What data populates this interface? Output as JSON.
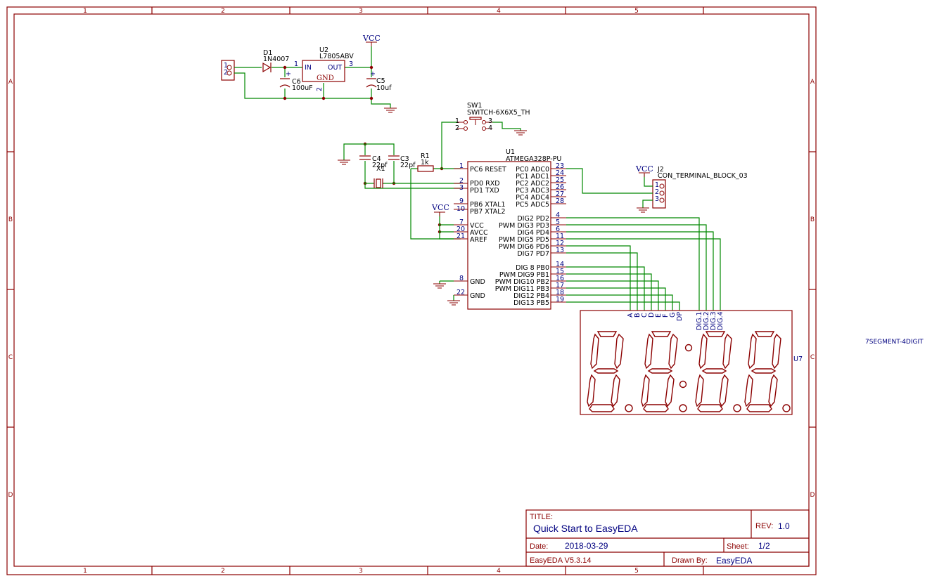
{
  "frame": {
    "columns": [
      "1",
      "2",
      "3",
      "4",
      "5"
    ],
    "rows": [
      "A",
      "B",
      "C",
      "D"
    ]
  },
  "parts": {
    "d1": {
      "ref": "D1",
      "value": "1N4007"
    },
    "u2": {
      "ref": "U2",
      "value": "L7805ABV",
      "in": "IN",
      "out": "OUT",
      "gnd": "GND",
      "pin_in": "1",
      "pin_out": "3",
      "pin_gnd": "2"
    },
    "c6": {
      "ref": "C6",
      "value": "100uF"
    },
    "c5": {
      "ref": "C5",
      "value": "10uf"
    },
    "c4": {
      "ref": "C4",
      "value": "22pf"
    },
    "c3": {
      "ref": "C3",
      "value": "22pf"
    },
    "x1": {
      "ref": "X1"
    },
    "r1": {
      "ref": "R1",
      "value": "1k"
    },
    "sw1": {
      "ref": "SW1",
      "value": "SWITCH-6X6X5_TH",
      "pins": [
        "1",
        "2",
        "3",
        "4"
      ]
    },
    "j1": {
      "pins": [
        "1",
        "2"
      ]
    },
    "j2": {
      "ref": "J2",
      "value": "CON_TERMINAL_BLOCK_03",
      "pins": [
        "1",
        "2",
        "3"
      ]
    },
    "u1": {
      "ref": "U1",
      "value": "ATMEGA328P-PU"
    },
    "u7": {
      "ref": "U7",
      "value": "7SEGMENT-4DIGIT"
    }
  },
  "power": {
    "vcc": "VCC"
  },
  "u1_left": [
    {
      "num": "1",
      "name": "PC6 RESET"
    },
    {
      "num": "2",
      "name": "PD0 RXD"
    },
    {
      "num": "3",
      "name": "PD1 TXD"
    },
    {
      "num": "9",
      "name": "PB6 XTAL1"
    },
    {
      "num": "10",
      "name": "PB7 XTAL2"
    },
    {
      "num": "7",
      "name": "VCC"
    },
    {
      "num": "20",
      "name": "AVCC"
    },
    {
      "num": "21",
      "name": "AREF"
    },
    {
      "num": "8",
      "name": "GND"
    },
    {
      "num": "22",
      "name": "GND"
    }
  ],
  "u1_right": [
    {
      "num": "23",
      "name": "PC0 ADC0"
    },
    {
      "num": "24",
      "name": "PC1 ADC1"
    },
    {
      "num": "25",
      "name": "PC2 ADC2"
    },
    {
      "num": "26",
      "name": "PC3 ADC3"
    },
    {
      "num": "27",
      "name": "PC4 ADC4"
    },
    {
      "num": "28",
      "name": "PC5 ADC5"
    },
    {
      "num": "4",
      "name": "DIG2 PD2"
    },
    {
      "num": "5",
      "name": "PWM DIG3 PD3"
    },
    {
      "num": "6",
      "name": "DIG4 PD4"
    },
    {
      "num": "11",
      "name": "PWM DIG5 PD5"
    },
    {
      "num": "12",
      "name": "PWM DIG6 PD6"
    },
    {
      "num": "13",
      "name": "DIG7 PD7"
    },
    {
      "num": "14",
      "name": "DIG 8 PB0"
    },
    {
      "num": "15",
      "name": "PWM DIG9 PB1"
    },
    {
      "num": "16",
      "name": "PWM DIG10 PB2"
    },
    {
      "num": "17",
      "name": "PWM DIG11 PB3"
    },
    {
      "num": "18",
      "name": "DIG12 PB4"
    },
    {
      "num": "19",
      "name": "DIG13 PB5"
    }
  ],
  "u7_pins": [
    "A",
    "B",
    "C",
    "D",
    "E",
    "F",
    "G",
    "DP",
    "DIG.1",
    "DIG.2",
    "DIG.3",
    "DIG.4"
  ],
  "title_block": {
    "title_label": "TITLE:",
    "title": "Quick Start to EasyEDA",
    "rev_label": "REV:",
    "rev": "1.0",
    "date_label": "Date:",
    "date": "2018-03-29",
    "sheet_label": "Sheet:",
    "sheet": "1/2",
    "tool": "EasyEDA V5.3.14",
    "drawn_label": "Drawn By:",
    "drawn": "EasyEDA"
  },
  "colors": {
    "symbol": "#8b0000",
    "wire": "#008800",
    "text": "#000080"
  }
}
